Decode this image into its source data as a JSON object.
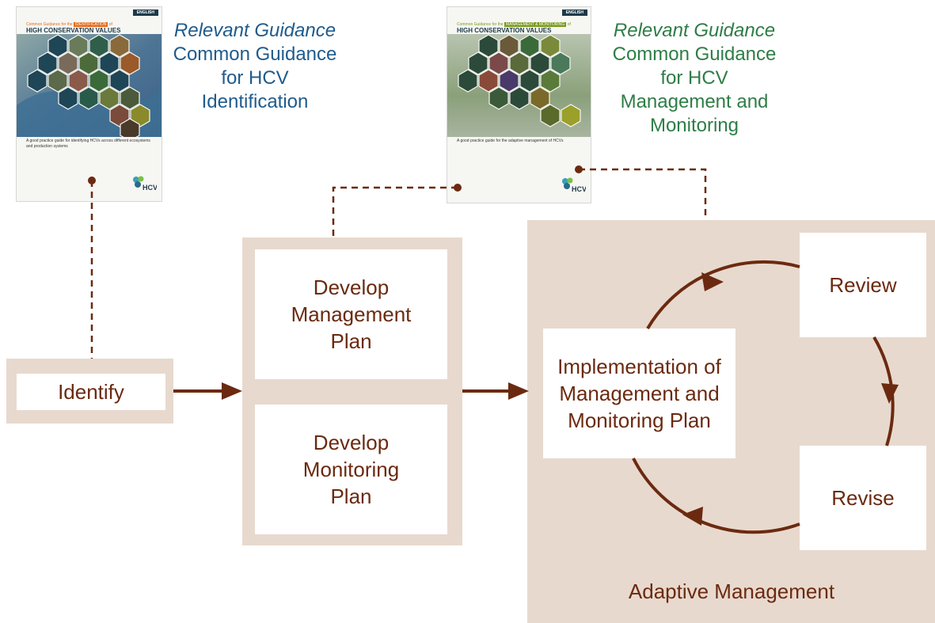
{
  "colors": {
    "brown": "#6b2a10",
    "panel": "#e8d9ce",
    "guidance_blue": "#1f5b8c",
    "guidance_green": "#2e7d46"
  },
  "guidance_left": {
    "italic": "Relevant Guidance",
    "title": "Common Guidance for HCV Identification"
  },
  "guidance_right": {
    "italic": "Relevant Guidance",
    "title": "Common Guidance for HCV Management and Monitoring"
  },
  "cover_left": {
    "badge": "ENGLISH",
    "pre_text": "Common Guidance for the",
    "highlight": "IDENTIFICATION",
    "post_text": "of",
    "title": "HIGH CONSERVATION VALUES",
    "description": "A good practice guide for identifying HCVs across different ecosystems and production systems",
    "logo": "HCV"
  },
  "cover_right": {
    "badge": "ENGLISH",
    "pre_text": "Common Guidance for the",
    "highlight": "MANAGEMENT & MONITORING",
    "post_text": "of",
    "title": "HIGH CONSERVATION VALUES",
    "description": "A good practice guide for the adaptive management of HCVs",
    "logo": "HCV"
  },
  "boxes": {
    "identify": "Identify",
    "develop_management": "Develop Management Plan",
    "develop_monitoring": "Develop Monitoring Plan",
    "implementation": "Implementation of Management and Monitoring Plan",
    "review": "Review",
    "revise": "Revise"
  },
  "adaptive_label": "Adaptive Management"
}
